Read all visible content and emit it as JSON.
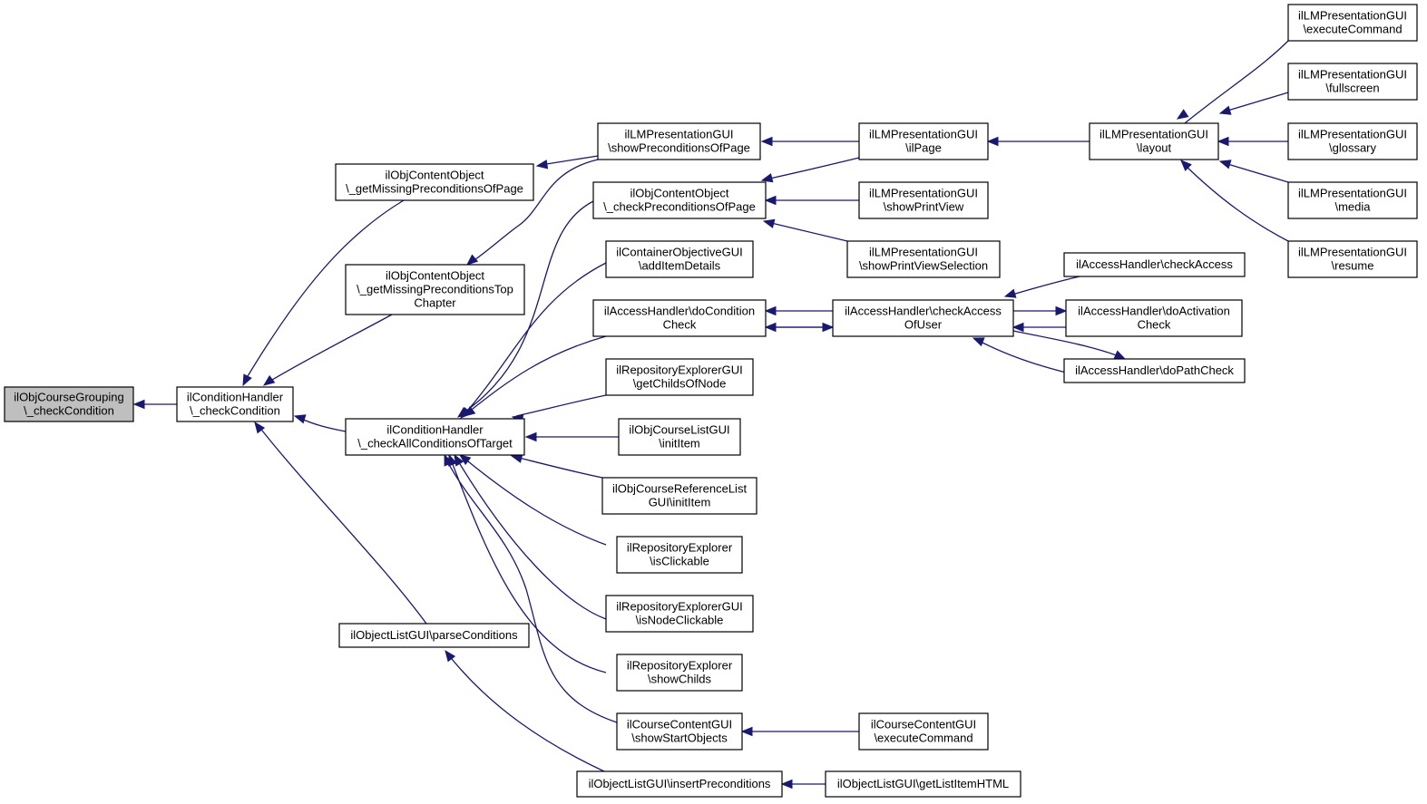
{
  "graph": {
    "nodes": {
      "n0": [
        "ilObjCourseGrouping",
        "\\_checkCondition"
      ],
      "n1": [
        "ilConditionHandler",
        "\\_checkCondition"
      ],
      "n2": [
        "ilObjContentObject",
        "\\_getMissingPreconditionsOfPage"
      ],
      "n3": [
        "ilObjContentObject",
        "\\_getMissingPreconditionsTop",
        "Chapter"
      ],
      "n4": [
        "ilConditionHandler",
        "\\_checkAllConditionsOfTarget"
      ],
      "n5": [
        "ilObjectListGUI\\parseConditions"
      ],
      "n6": [
        "ilLMPresentationGUI",
        "\\showPreconditionsOfPage"
      ],
      "n7": [
        "ilObjContentObject",
        "\\_checkPreconditionsOfPage"
      ],
      "n8": [
        "ilContainerObjectiveGUI",
        "\\addItemDetails"
      ],
      "n9": [
        "ilAccessHandler\\doCondition",
        "Check"
      ],
      "n10": [
        "ilRepositoryExplorerGUI",
        "\\getChildsOfNode"
      ],
      "n11": [
        "ilObjCourseListGUI",
        "\\initItem"
      ],
      "n12": [
        "ilObjCourseReferenceList",
        "GUI\\initItem"
      ],
      "n13": [
        "ilRepositoryExplorer",
        "\\isClickable"
      ],
      "n14": [
        "ilRepositoryExplorerGUI",
        "\\isNodeClickable"
      ],
      "n15": [
        "ilRepositoryExplorer",
        "\\showChilds"
      ],
      "n16": [
        "ilCourseContentGUI",
        "\\showStartObjects"
      ],
      "n17": [
        "ilObjectListGUI\\insertPreconditions"
      ],
      "n18": [
        "ilLMPresentationGUI",
        "\\ilPage"
      ],
      "n19": [
        "ilLMPresentationGUI",
        "\\showPrintView"
      ],
      "n20": [
        "ilLMPresentationGUI",
        "\\showPrintViewSelection"
      ],
      "n21": [
        "ilAccessHandler\\checkAccess",
        "OfUser"
      ],
      "n22": [
        "ilCourseContentGUI",
        "\\executeCommand"
      ],
      "n23": [
        "ilObjectListGUI\\getListItemHTML"
      ],
      "n24": [
        "ilLMPresentationGUI",
        "\\layout"
      ],
      "n25": [
        "ilAccessHandler\\checkAccess"
      ],
      "n26": [
        "ilAccessHandler\\doActivation",
        "Check"
      ],
      "n27": [
        "ilAccessHandler\\doPathCheck"
      ],
      "n28": [
        "ilLMPresentationGUI",
        "\\executeCommand"
      ],
      "n29": [
        "ilLMPresentationGUI",
        "\\fullscreen"
      ],
      "n30": [
        "ilLMPresentationGUI",
        "\\glossary"
      ],
      "n31": [
        "ilLMPresentationGUI",
        "\\media"
      ],
      "n32": [
        "ilLMPresentationGUI",
        "\\resume"
      ]
    },
    "root_node": "n0",
    "edge_color": "#191970",
    "root_fill": "#bfbfbf"
  }
}
